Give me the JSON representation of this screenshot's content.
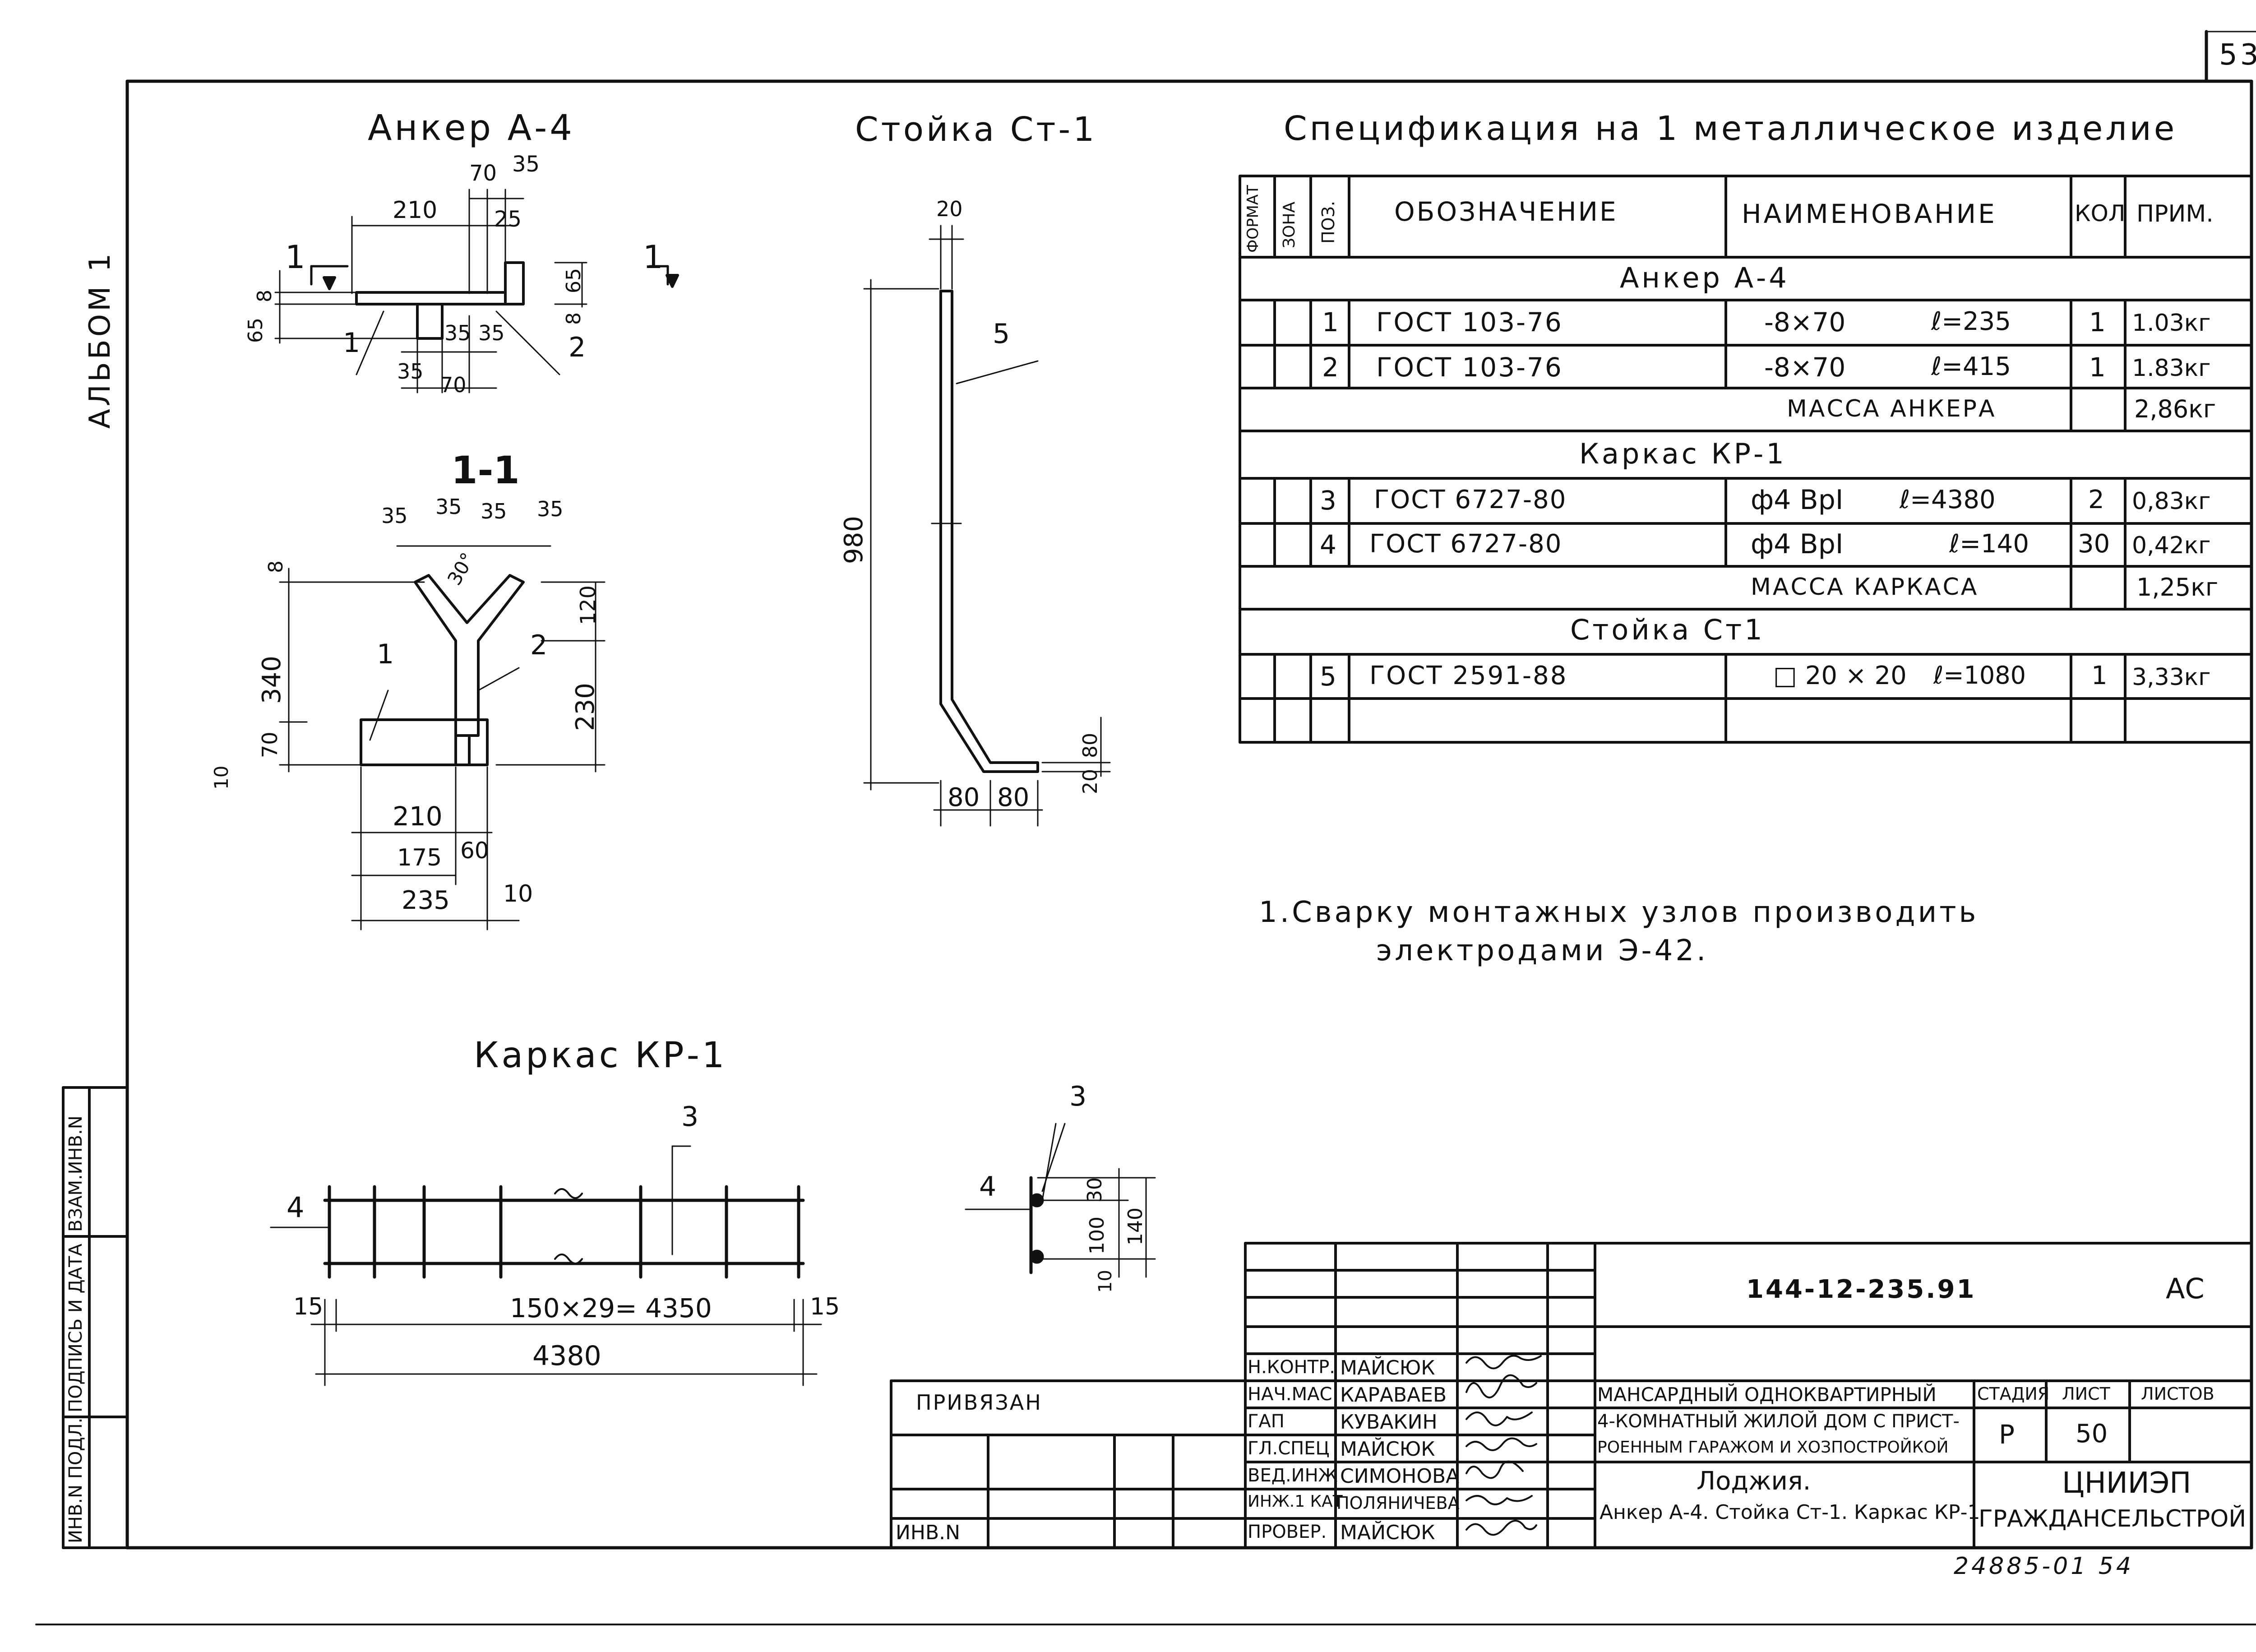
{
  "sheet_number": "53",
  "album_label": "АЛЬБОМ 1",
  "side_stamp": {
    "inv_podl": "ИНВ.N ПОДЛ.",
    "sign_date": "ПОДПИСЬ И ДАТА",
    "vzam_inv": "ВЗАМ.ИНВ.N"
  },
  "anker": {
    "title": "Анкер А-4",
    "dims": [
      "70",
      "35",
      "210",
      "25",
      "8",
      "65",
      "8",
      "65",
      "35",
      "35",
      "35",
      "70"
    ],
    "section_mark": "1",
    "callouts": [
      "1",
      "2"
    ]
  },
  "section": {
    "title": "1-1",
    "dims_top": [
      "35",
      "35",
      "35",
      "35"
    ],
    "angle": "30°",
    "dims": [
      "8",
      "340",
      "70",
      "10",
      "120",
      "230",
      "210",
      "175",
      "60",
      "235",
      "10"
    ],
    "callouts": [
      "1",
      "2"
    ]
  },
  "stoyka": {
    "title": "Стойка Ст-1",
    "dims": [
      "20",
      "980",
      "80",
      "80",
      "20",
      "80"
    ],
    "callout": "5"
  },
  "spec": {
    "title": "Спецификация на 1 металлическое изделие",
    "headers": {
      "format": "ФОРМАТ",
      "zone": "ЗОНА",
      "pos": "ПОЗ.",
      "designation": "ОБОЗНАЧЕНИЕ",
      "name": "НАИМЕНОВАНИЕ",
      "qty": "КОЛ",
      "note": "ПРИМ."
    },
    "groups": [
      {
        "title": "Анкер А-4",
        "rows": [
          {
            "pos": "1",
            "designation": "ГОСТ 103-76",
            "name": "-8×70",
            "length": "ℓ=235",
            "qty": "1",
            "note": "1.03кг"
          },
          {
            "pos": "2",
            "designation": "ГОСТ 103-76",
            "name": "-8×70",
            "length": "ℓ=415",
            "qty": "1",
            "note": "1.83кг"
          }
        ],
        "mass_label": "МАССА АНКЕРА",
        "mass": "2,86кг"
      },
      {
        "title": "Каркас КР-1",
        "rows": [
          {
            "pos": "3",
            "designation": "ГОСТ 6727-80",
            "name": "ф4 ВрI",
            "length": "ℓ=4380",
            "qty": "2",
            "note": "0,83кг"
          },
          {
            "pos": "4",
            "designation": "ГОСТ 6727-80",
            "name": "ф4 ВрI",
            "length": "ℓ=140",
            "qty": "30",
            "note": "0,42кг"
          }
        ],
        "mass_label": "МАССА КАРКАСА",
        "mass": "1,25кг"
      },
      {
        "title": "Стойка Ст1",
        "rows": [
          {
            "pos": "5",
            "designation": "ГОСТ 2591-88",
            "name": "□ 20 × 20",
            "length": "ℓ=1080",
            "qty": "1",
            "note": "3,33кг"
          }
        ],
        "mass_label": "",
        "mass": ""
      }
    ]
  },
  "note": {
    "line1": "1.Сварку монтажных узлов производить",
    "line2": "электродами Э-42."
  },
  "karkas": {
    "title": "Каркас КР-1",
    "callouts": [
      "3",
      "4"
    ],
    "dims": [
      "15",
      "150×29= 4350",
      "15",
      "4380"
    ],
    "detail_callouts": [
      "3",
      "4"
    ],
    "detail_dims": [
      "30",
      "100",
      "140",
      "10"
    ]
  },
  "title_block": {
    "code": "144-12-235.91",
    "mark": "АС",
    "privyazan": "ПРИВЯЗАН",
    "inv_n": "ИНВ.N",
    "staff": [
      {
        "role": "Н.КОНТР.",
        "name": "МАЙСЮК"
      },
      {
        "role": "НАЧ.МАС",
        "name": "КАРАВАЕВ"
      },
      {
        "role": "ГАП",
        "name": "КУВАКИН"
      },
      {
        "role": "ГЛ.СПЕЦ",
        "name": "МАЙСЮК"
      },
      {
        "role": "ВЕД.ИНЖ",
        "name": "СИМОНОВА"
      },
      {
        "role": "ИНЖ.1 КАТ",
        "name": "ПОЛЯНИЧЕВА"
      },
      {
        "role": "ПРОВЕР.",
        "name": "МАЙСЮК"
      }
    ],
    "project_lines": [
      "МАНСАРДНЫЙ ОДНОКВАРТИРНЫЙ",
      "4-КОМНАТНЫЙ ЖИЛОЙ ДОМ С ПРИСТ-",
      "РОЕННЫМ ГАРАЖОМ И ХОЗПОСТРОЙКОЙ"
    ],
    "sheet_lines": [
      "Лоджия.",
      "Анкер А-4. Стойка Ст-1. Каркас КР-1"
    ],
    "stage_label": "СТАДИЯ",
    "sheet_label": "ЛИСТ",
    "sheets_label": "ЛИСТОВ",
    "stage": "Р",
    "sheet": "50",
    "sheets": "",
    "org_line1": "ЦНИИЭП",
    "org_line2": "ГРАЖДАНСЕЛЬСТРОЙ"
  },
  "footer_number": "24885-01 54"
}
